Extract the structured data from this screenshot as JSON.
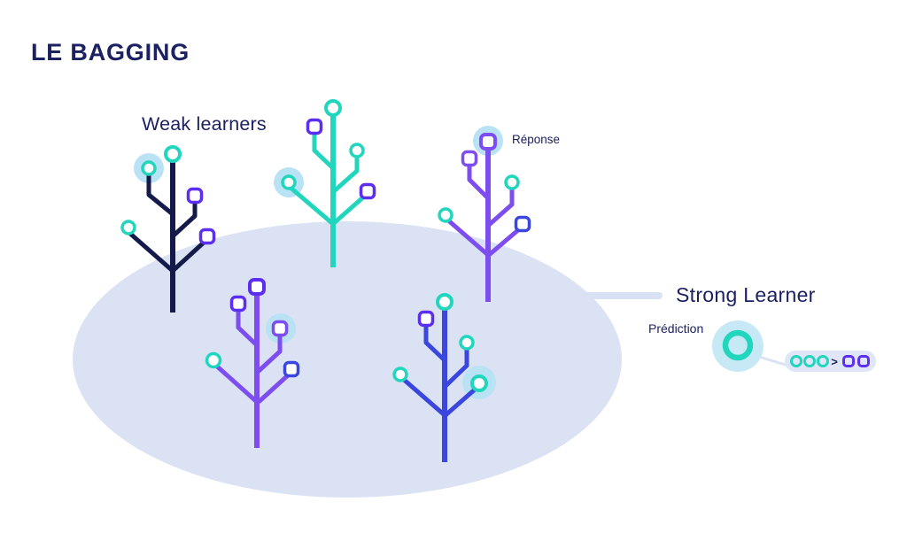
{
  "title": "LE BAGGING",
  "labels": {
    "weak_learners": "Weak learners",
    "reponse": "Réponse",
    "strong_learner": "Strong Learner",
    "prediction": "Prédiction",
    "vote_symbol": ">"
  },
  "colors": {
    "navy_text": "#1b2161",
    "tree_navy": "#141b4a",
    "teal": "#21d6bd",
    "purple": "#7e4df0",
    "indigo": "#5c2ff0",
    "blue": "#3a46dd",
    "node_halo": "#b9e2f4",
    "sample_ellipse": "#dae2f4",
    "prediction_halo": "#c7e9f6",
    "pill": "#e0e6f8",
    "connector": "#d9e2f4"
  },
  "diagram": {
    "weak_learner_count": 5,
    "trees": [
      {
        "id": 1,
        "trunk_color": "navy",
        "nodes": [
          {
            "pos": "top",
            "shape": "circle",
            "color": "teal",
            "highlighted": false
          },
          {
            "pos": "upper-left",
            "shape": "circle",
            "color": "teal",
            "highlighted": true
          },
          {
            "pos": "upper-right",
            "shape": "square",
            "color": "indigo",
            "highlighted": false
          },
          {
            "pos": "lower-left",
            "shape": "circle",
            "color": "teal",
            "highlighted": false
          },
          {
            "pos": "lower-right",
            "shape": "square",
            "color": "indigo",
            "highlighted": false
          }
        ]
      },
      {
        "id": 2,
        "trunk_color": "teal",
        "nodes": [
          {
            "pos": "top",
            "shape": "circle",
            "color": "teal",
            "highlighted": false
          },
          {
            "pos": "upper-left",
            "shape": "square",
            "color": "indigo",
            "highlighted": false
          },
          {
            "pos": "upper-right",
            "shape": "circle",
            "color": "teal",
            "highlighted": false
          },
          {
            "pos": "lower-left",
            "shape": "circle",
            "color": "teal",
            "highlighted": true
          },
          {
            "pos": "lower-right",
            "shape": "square",
            "color": "indigo",
            "highlighted": false
          }
        ]
      },
      {
        "id": 3,
        "trunk_color": "purple",
        "annotation": "Réponse",
        "nodes": [
          {
            "pos": "top",
            "shape": "square",
            "color": "purple",
            "highlighted": true
          },
          {
            "pos": "upper-left",
            "shape": "square",
            "color": "purple",
            "highlighted": false
          },
          {
            "pos": "upper-right",
            "shape": "circle",
            "color": "teal",
            "highlighted": false
          },
          {
            "pos": "lower-left",
            "shape": "circle",
            "color": "teal",
            "highlighted": false
          },
          {
            "pos": "lower-right",
            "shape": "square",
            "color": "blue",
            "highlighted": false
          }
        ]
      },
      {
        "id": 4,
        "trunk_color": "purple",
        "nodes": [
          {
            "pos": "top",
            "shape": "square",
            "color": "indigo",
            "highlighted": false
          },
          {
            "pos": "upper-left",
            "shape": "square",
            "color": "indigo",
            "highlighted": false
          },
          {
            "pos": "upper-right",
            "shape": "square",
            "color": "purple",
            "highlighted": true
          },
          {
            "pos": "lower-left",
            "shape": "circle",
            "color": "teal",
            "highlighted": false
          },
          {
            "pos": "lower-right",
            "shape": "square",
            "color": "blue",
            "highlighted": false
          }
        ]
      },
      {
        "id": 5,
        "trunk_color": "blue",
        "nodes": [
          {
            "pos": "top",
            "shape": "circle",
            "color": "teal",
            "highlighted": false
          },
          {
            "pos": "upper-left",
            "shape": "square",
            "color": "indigo",
            "highlighted": false
          },
          {
            "pos": "upper-right",
            "shape": "circle",
            "color": "teal",
            "highlighted": false
          },
          {
            "pos": "lower-left",
            "shape": "circle",
            "color": "teal",
            "highlighted": false
          },
          {
            "pos": "lower-right",
            "shape": "circle",
            "color": "teal",
            "highlighted": true
          }
        ]
      }
    ],
    "vote_pill": {
      "circle_votes": 3,
      "square_votes": 2,
      "symbol": ">"
    }
  }
}
